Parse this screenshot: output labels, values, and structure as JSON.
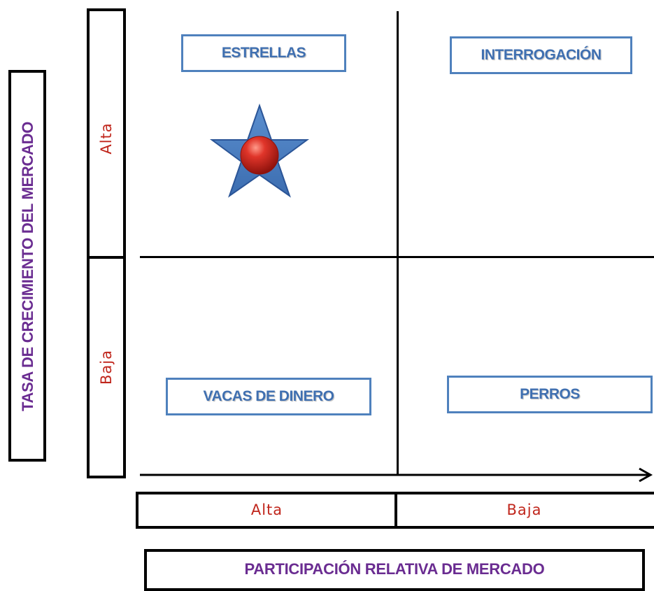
{
  "quadrants": {
    "top_left": "ESTRELLAS",
    "top_right": "INTERROGACIÓN",
    "bottom_left": "VACAS DE DINERO",
    "bottom_right": "PERROS"
  },
  "y_axis": {
    "title": "TASA DE CRECIMIENTO DEL MERCADO",
    "high": "Alta",
    "low": "Baja"
  },
  "x_axis": {
    "title": "PARTICIPACIÓN RELATIVA DE MERCADO",
    "high": "Alta",
    "low": "Baja"
  },
  "colors": {
    "label_border": "#4f81bd",
    "label_text": "#3f6fb0",
    "axis_title": "#6a2c91",
    "axis_values": "#c0261c",
    "star": "#4f81bd",
    "ball": "#c0261c"
  },
  "marker": {
    "icon": "star-with-red-ball",
    "quadrant": "top_left"
  }
}
